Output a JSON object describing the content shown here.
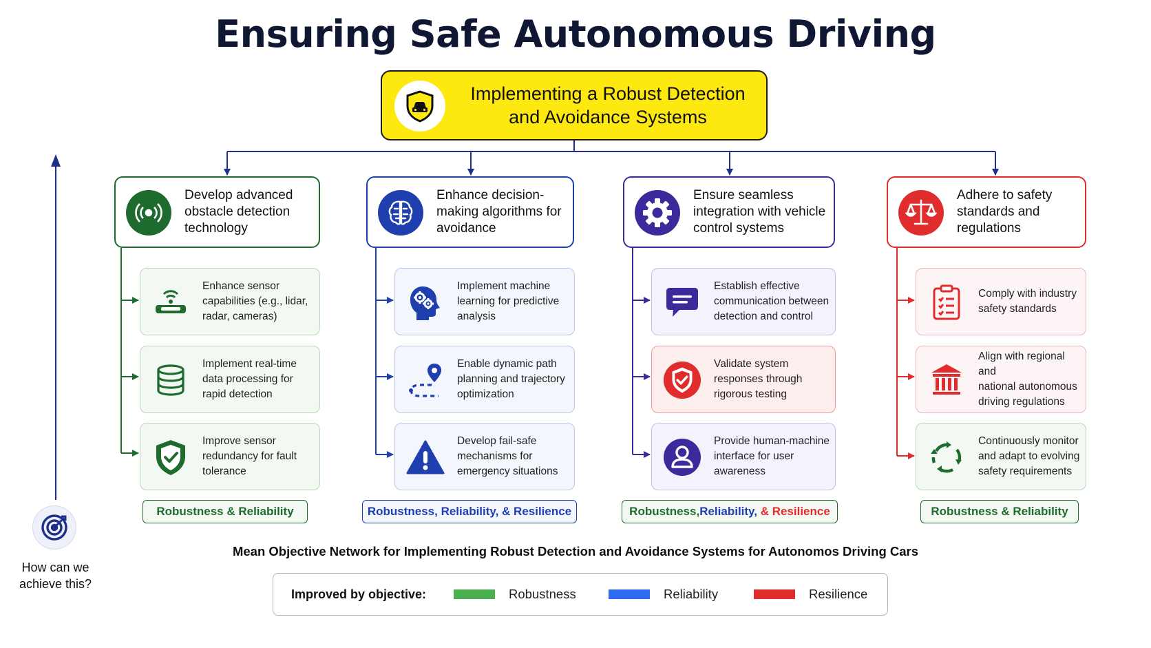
{
  "title": "Ensuring Safe Autonomous Driving",
  "goal": {
    "label": "Implementing a Robust Detection\nand Avoidance Systems",
    "icon": "shield-car-icon"
  },
  "colors": {
    "green": "#1e6b2e",
    "blue": "#1f3fae",
    "purple": "#3b2a9c",
    "red": "#e02c2c",
    "goal_yellow": "#fde910",
    "robustness": "#4caf50",
    "reliability": "#2f6bef",
    "resilience": "#e02c2c"
  },
  "objectives": [
    {
      "label": "Develop advanced\nobstacle detection\ntechnology",
      "icon": "radar-icon",
      "means": [
        {
          "label": "Enhance sensor\ncapabilities (e.g., lidar,\nradar, cameras)",
          "icon": "sensor-icon"
        },
        {
          "label": "Implement real-time\ndata processing for\nrapid detection",
          "icon": "database-icon"
        },
        {
          "label": "Improve sensor\nredundancy for fault\ntolerance",
          "icon": "shield-check-icon"
        }
      ],
      "tag": [
        {
          "text": "Robustness & Reliability",
          "color": "#1e6b2e"
        }
      ]
    },
    {
      "label": "Enhance decision-\nmaking algorithms for\navoidance",
      "icon": "brain-icon",
      "means": [
        {
          "label": "Implement machine\nlearning for predictive\nanalysis",
          "icon": "head-gears-icon"
        },
        {
          "label": "Enable dynamic path\nplanning and trajectory\noptimization",
          "icon": "route-pin-icon"
        },
        {
          "label": "Develop fail-safe\nmechanisms for\nemergency situations",
          "icon": "warning-icon"
        }
      ],
      "tag": [
        {
          "text": "Robustness, Reliability, & Resilience",
          "color": "#1f3fae"
        }
      ]
    },
    {
      "label": "Ensure seamless\nintegration with vehicle\ncontrol systems",
      "icon": "gear-icon",
      "means": [
        {
          "label": "Establish effective\ncommunication between\ndetection and control",
          "icon": "chat-icon"
        },
        {
          "label": "Validate system\nresponses through\nrigorous testing",
          "icon": "shield-check-icon"
        },
        {
          "label": "Provide human-machine\ninterface for user\nawareness",
          "icon": "user-icon"
        }
      ],
      "tag": [
        {
          "text": "Robustness, ",
          "color": "#1e6b2e"
        },
        {
          "text": "Reliability, ",
          "color": "#1f3fae"
        },
        {
          "text": "& Resilience",
          "color": "#e02c2c"
        }
      ]
    },
    {
      "label": "Adhere to safety\nstandards and\nregulations",
      "icon": "scales-icon",
      "means": [
        {
          "label": "Comply with industry\nsafety standards",
          "icon": "clipboard-icon"
        },
        {
          "label": "Align with regional and\nnational autonomous\ndriving regulations",
          "icon": "building-icon"
        },
        {
          "label": "Continuously monitor\nand adapt to evolving\nsafety requirements",
          "icon": "cycle-arrows-icon"
        }
      ],
      "tag": [
        {
          "text": "Robustness & Reliability",
          "color": "#1e6b2e"
        }
      ]
    }
  ],
  "caption": "Mean Objective Network for Implementing Robust Detection and Avoidance Systems for Autonomos Driving Cars",
  "legend": {
    "title": "Improved by objective:",
    "items": [
      {
        "label": "Robustness",
        "color": "#4caf50"
      },
      {
        "label": "Reliability",
        "color": "#2f6bef"
      },
      {
        "label": "Resilience",
        "color": "#e02c2c"
      }
    ]
  },
  "side": {
    "question": "How can we\nachieve this?",
    "icon": "target-icon"
  }
}
